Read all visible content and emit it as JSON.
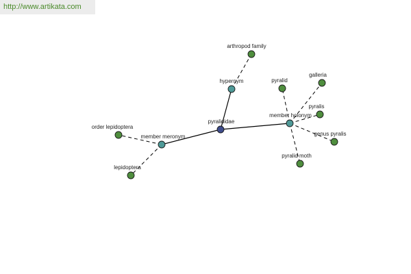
{
  "banner": {
    "link_text": "http://www.artikata.com"
  },
  "colors": {
    "center": "#3f4d8c",
    "relation": "#4f9a98",
    "leaf": "#4f8e3e",
    "banner_bg": "#ececec",
    "link": "#4a8a2a"
  },
  "graph": {
    "nodes": [
      {
        "id": "pyralididae",
        "label": "pyralididae",
        "kind": "center"
      },
      {
        "id": "hypernym",
        "label": "hypernym",
        "kind": "relation"
      },
      {
        "id": "member-holonym",
        "label": "member holonym",
        "kind": "relation"
      },
      {
        "id": "member-meronym",
        "label": "member meronym",
        "kind": "relation"
      },
      {
        "id": "arthropod-family",
        "label": "arthropod family",
        "kind": "leaf"
      },
      {
        "id": "pyralid",
        "label": "pyralid",
        "kind": "leaf"
      },
      {
        "id": "galleria",
        "label": "galleria",
        "kind": "leaf"
      },
      {
        "id": "pyralis",
        "label": "pyralis",
        "kind": "leaf"
      },
      {
        "id": "genus-pyralis",
        "label": "genus pyralis",
        "kind": "leaf"
      },
      {
        "id": "pyralid-moth",
        "label": "pyralid moth",
        "kind": "leaf"
      },
      {
        "id": "order-lepidoptera",
        "label": "order lepidoptera",
        "kind": "leaf"
      },
      {
        "id": "lepidoptera",
        "label": "lepidoptera",
        "kind": "leaf"
      }
    ],
    "edges": [
      {
        "from": "pyralididae",
        "to": "hypernym",
        "style": "solid"
      },
      {
        "from": "pyralididae",
        "to": "member-holonym",
        "style": "solid"
      },
      {
        "from": "pyralididae",
        "to": "member-meronym",
        "style": "solid"
      },
      {
        "from": "hypernym",
        "to": "arthropod-family",
        "style": "dashed"
      },
      {
        "from": "member-holonym",
        "to": "pyralid",
        "style": "dashed"
      },
      {
        "from": "member-holonym",
        "to": "galleria",
        "style": "dashed"
      },
      {
        "from": "member-holonym",
        "to": "pyralis",
        "style": "dashed"
      },
      {
        "from": "member-holonym",
        "to": "genus-pyralis",
        "style": "dashed"
      },
      {
        "from": "member-holonym",
        "to": "pyralid-moth",
        "style": "dashed"
      },
      {
        "from": "member-meronym",
        "to": "order-lepidoptera",
        "style": "dashed"
      },
      {
        "from": "member-meronym",
        "to": "lepidoptera",
        "style": "dashed"
      }
    ]
  }
}
